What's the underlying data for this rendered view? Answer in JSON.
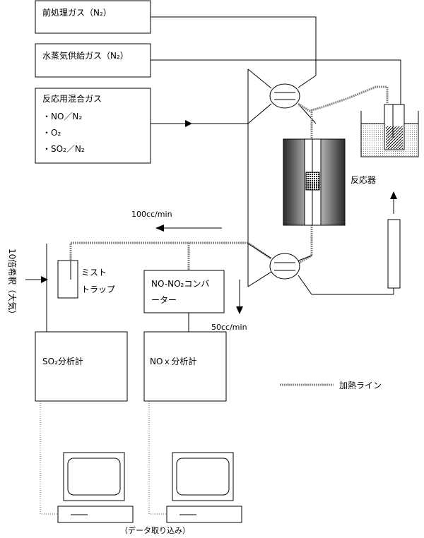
{
  "boxes": {
    "pretreatment_gas": "前処理ガス（N₂）",
    "steam_supply_gas": "水蒸気供給ガス（N₂）",
    "reaction_gas": {
      "title": "反応用混合ガス",
      "items": [
        "・NO／N₂",
        "・O₂",
        "・SO₂／N₂"
      ]
    },
    "mist_trap": [
      "ミスト",
      "トラップ"
    ],
    "converter": [
      "NO-NO₂コンバ",
      "ーター"
    ],
    "so2_analyzer": "SO₂分析計",
    "nox_analyzer": "NOｘ分析計"
  },
  "labels": {
    "reactor": "反応器",
    "flow_100": "100cc/min",
    "flow_50": "50cc/min",
    "dilution": "10倍希釈（大気）",
    "heated_line": "加熱ライン",
    "data_capture": "（データ取り込み）"
  }
}
